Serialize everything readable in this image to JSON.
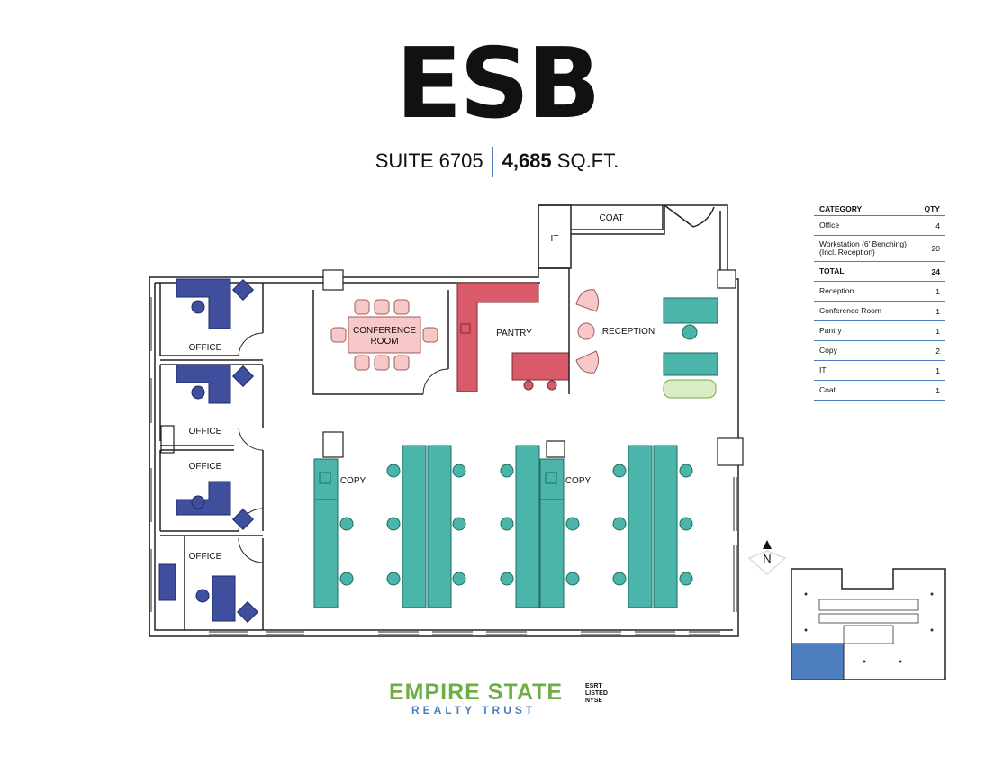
{
  "header": {
    "logo": "ESB",
    "suite": "SUITE 6705",
    "area": "4,685",
    "area_unit": "SQ.FT."
  },
  "rooms": {
    "coat": "COAT",
    "it": "IT",
    "conference_1": "CONFERENCE",
    "conference_2": "ROOM",
    "pantry": "PANTRY",
    "reception": "RECEPTION",
    "office": "OFFICE",
    "copy": "COPY"
  },
  "compass": "N",
  "table": {
    "col_category": "CATEGORY",
    "col_qty": "QTY",
    "rows": [
      {
        "label": "Office",
        "qty": "4"
      },
      {
        "label": "Workstation (6' Benching) (Incl. Reception)",
        "qty": "20"
      },
      {
        "label": "TOTAL",
        "qty": "24"
      },
      {
        "label": "Reception",
        "qty": "1"
      },
      {
        "label": "Conference Room",
        "qty": "1"
      },
      {
        "label": "Pantry",
        "qty": "1"
      },
      {
        "label": "Copy",
        "qty": "2"
      },
      {
        "label": "IT",
        "qty": "1"
      },
      {
        "label": "Coat",
        "qty": "1"
      }
    ]
  },
  "footer": {
    "brand_1": "EMPIRE STATE",
    "brand_2": "REALTY TRUST",
    "ticker_1": "ESRT",
    "ticker_2": "LISTED",
    "ticker_3": "NYSE"
  },
  "colors": {
    "office_furniture": "#3f4f9e",
    "workstation": "#4ab5a8",
    "conference": "#f6c8c8",
    "pantry": "#d95a68",
    "key_highlight": "#4d7fc0",
    "brand_green": "#6fae45",
    "brand_blue": "#4d7fc0"
  }
}
